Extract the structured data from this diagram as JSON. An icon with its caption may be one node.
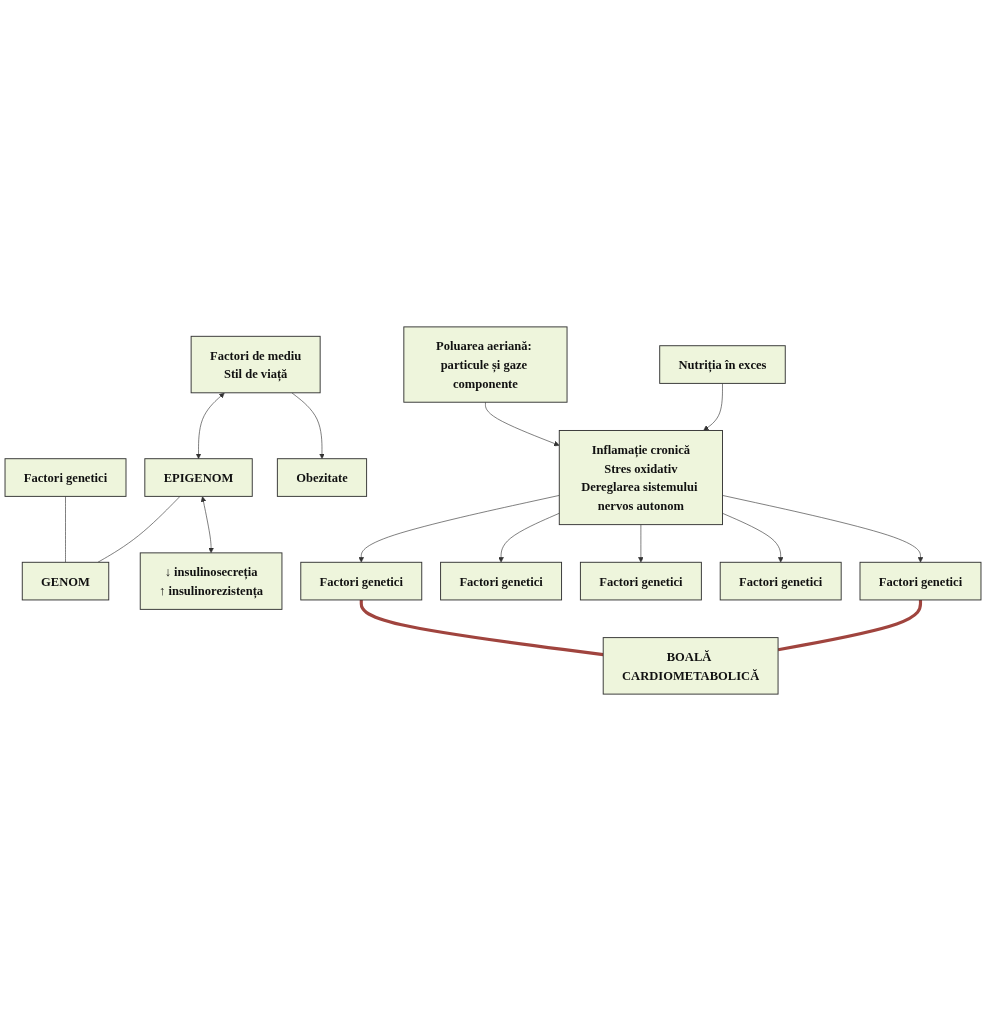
{
  "diagram": {
    "nodes": [
      {
        "text": [
          "Factori genetici"
        ]
      },
      {
        "text": [
          "Factori de mediu",
          "Stil de viață"
        ]
      },
      {
        "text": [
          "GENOM"
        ]
      },
      {
        "text": [
          "EPIGENOM"
        ]
      },
      {
        "text": [
          "Obezitate"
        ]
      },
      {
        "text": [
          "↓ insulinosecreția",
          "↑ insulinorezistența"
        ]
      },
      {
        "text": [
          "Poluarea aeriană: particule și gaze componente"
        ]
      },
      {
        "text": [
          "Nutriția în exces"
        ]
      },
      {
        "text": [
          "Inflamație cronică",
          "Stres oxidativ",
          "Dereglarea sistemului nervos autonom"
        ]
      },
      {
        "text": [
          "Factori genetici"
        ]
      },
      {
        "text": [
          "Factori genetici"
        ]
      },
      {
        "text": [
          "Factori genetici"
        ]
      },
      {
        "text": [
          "Factori genetici"
        ]
      },
      {
        "text": [
          "Factori genetici"
        ]
      },
      {
        "text": [
          "BOALĂ CARDIOMETABOLICĂ"
        ]
      }
    ],
    "edges": [
      {
        "from": 0,
        "to": 2,
        "arrow": "none"
      },
      {
        "from": 3,
        "to": 2,
        "arrow": "none"
      },
      {
        "from": 1,
        "to": 3,
        "arrow": "both"
      },
      {
        "from": 1,
        "to": 4,
        "arrow": "to"
      },
      {
        "from": 3,
        "to": 5,
        "arrow": "both"
      },
      {
        "from": 6,
        "to": 8,
        "arrow": "to"
      },
      {
        "from": 7,
        "to": 8,
        "arrow": "to"
      },
      {
        "from": 8,
        "to": 9,
        "arrow": "to"
      },
      {
        "from": 8,
        "to": 10,
        "arrow": "to"
      },
      {
        "from": 8,
        "to": 11,
        "arrow": "to"
      },
      {
        "from": 8,
        "to": 12,
        "arrow": "to"
      },
      {
        "from": 8,
        "to": 13,
        "arrow": "to"
      },
      {
        "from": 9,
        "to": 14,
        "arrow": "none",
        "style": "thick",
        "color": "#a0443e"
      },
      {
        "from": 13,
        "to": 14,
        "arrow": "none",
        "style": "thick",
        "color": "#a0443e"
      }
    ]
  }
}
